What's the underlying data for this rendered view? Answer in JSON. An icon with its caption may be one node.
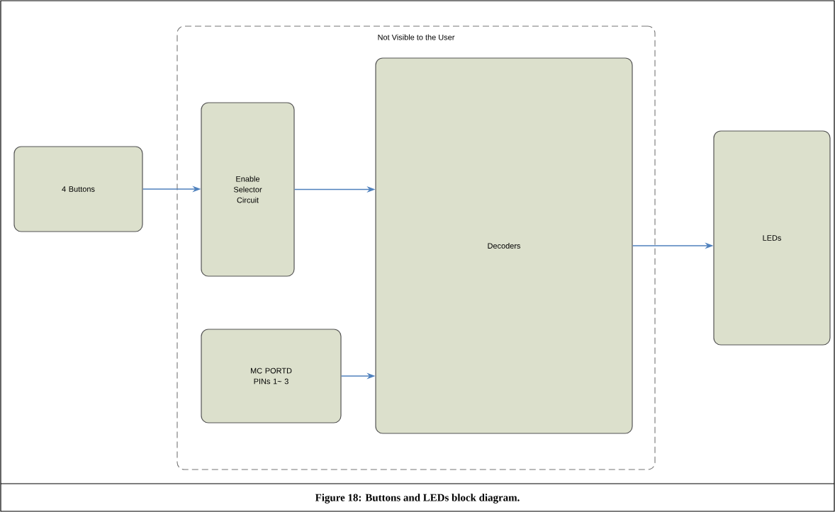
{
  "diagram": {
    "caption": "Figure 18: Buttons and LEDs block diagram.",
    "nodes": [
      {
        "text": [
          "Not Visible to the User"
        ]
      },
      {
        "text": [
          "4 Buttons"
        ]
      },
      {
        "text": [
          "Enable Selector Circuit"
        ],
        "in": 0
      },
      {
        "text": [
          "MC PORTD PINs 1~ 3"
        ],
        "in": 0
      },
      {
        "text": [
          "Decoders"
        ],
        "in": 0
      },
      {
        "text": [
          "LEDs"
        ]
      }
    ],
    "edges": [
      {
        "from": 1,
        "to": 2,
        "arrow": "to"
      },
      {
        "from": 2,
        "to": 4,
        "arrow": "to"
      },
      {
        "from": 3,
        "to": 4,
        "arrow": "to"
      },
      {
        "from": 4,
        "to": 5,
        "arrow": "to"
      }
    ]
  }
}
